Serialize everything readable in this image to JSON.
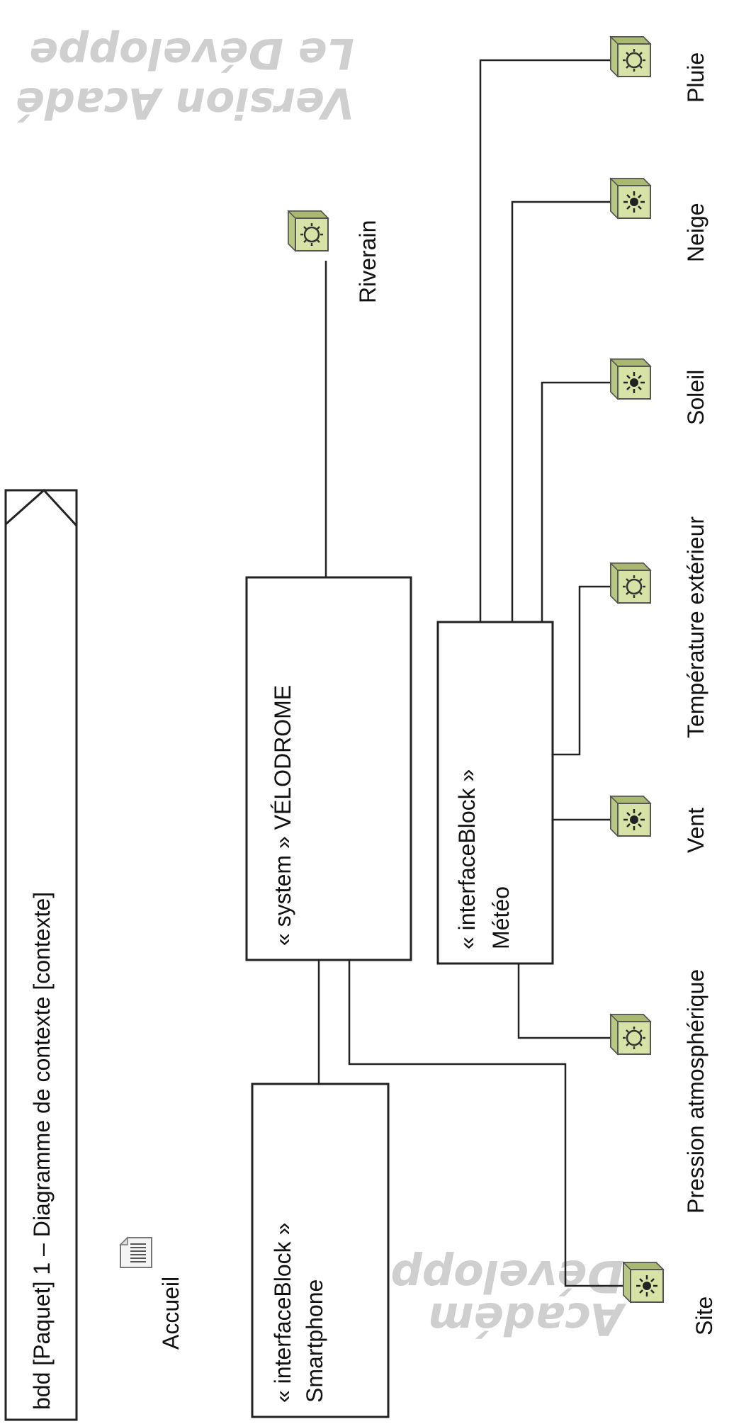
{
  "frame": {
    "title": "bdd [Paquet] 1 – Diagramme de contexte [contexte]"
  },
  "blocks": {
    "velodrome": {
      "stereotype": "« system » VÉLODROME",
      "name": ""
    },
    "smartphone": {
      "stereotype": "« interfaceBlock »",
      "name": "Smartphone"
    },
    "meteo": {
      "stereotype": "« interfaceBlock »",
      "name": "Météo"
    }
  },
  "actors": {
    "riverain": "Riverain",
    "pluie": "Pluie",
    "neige": "Neige",
    "soleil": "Soleil",
    "temperature": "Température extérieur",
    "vent": "Vent",
    "pression": "Pression atmosphérique",
    "site": "Site",
    "accueil": "Accueil"
  },
  "watermark": {
    "line1": "Le Développe",
    "line2": "Version Acadé",
    "line3": "Développeme",
    "line4": "Académ"
  },
  "icons": {
    "actor_light": "sun-outline-icon",
    "actor_dark": "sun-dark-icon",
    "document": "document-icon"
  },
  "colors": {
    "actor_fill": "#d6e2a6",
    "actor_side": "#b8c882",
    "line": "#222222",
    "watermark": "#cfcfcf"
  }
}
